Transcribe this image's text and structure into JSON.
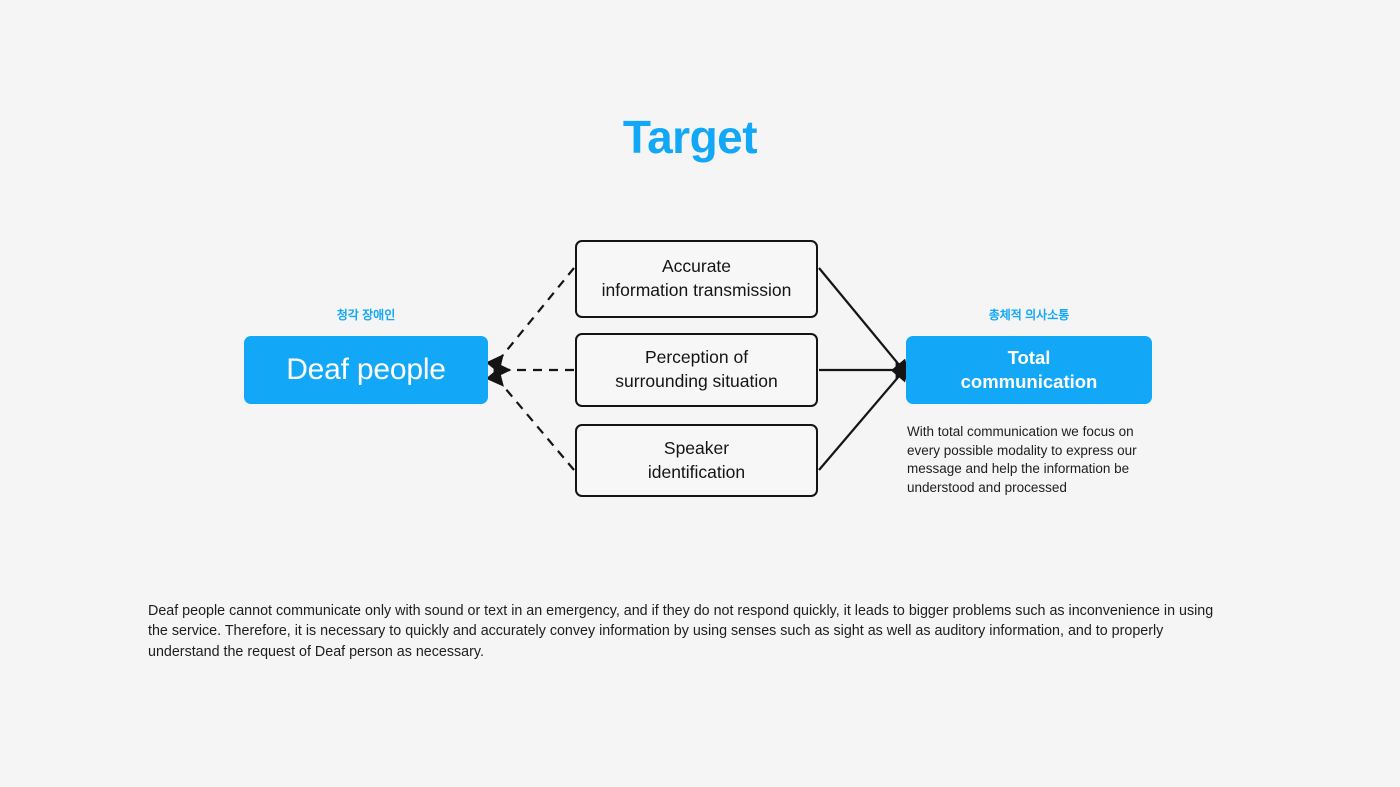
{
  "slide": {
    "background_color": "#f5f5f5",
    "accent_color": "#12a8f7",
    "outline_color": "#141414",
    "title": "Target"
  },
  "diagram": {
    "source_node": {
      "caption_kr": "청각 장애인",
      "label": "Deaf people"
    },
    "middle_nodes": [
      {
        "label": "Accurate\ninformation transmission",
        "line1": "Accurate",
        "line2": "information transmission"
      },
      {
        "label": "Perception of\nsurrounding situation",
        "line1": "Perception of",
        "line2": "surrounding situation"
      },
      {
        "label": "Speaker\nidentification",
        "line1": "Speaker",
        "line2": "identification"
      }
    ],
    "target_node": {
      "caption_kr": "총체적 의사소통",
      "line1": "Total",
      "line2": "communication",
      "note": "With total communication we focus on every possible modality to express our message and help the information be understood and processed"
    },
    "connectors": {
      "left_style": "dashed",
      "right_style": "solid",
      "left_arrow_direction": "left",
      "right_arrow_direction": "right"
    }
  },
  "footer": {
    "paragraph": "Deaf people cannot communicate only with sound or text in an emergency, and if they do not respond quickly, it leads to bigger problems such as inconvenience in using the service. Therefore, it is necessary to quickly and accurately convey information by using senses such as sight as well as auditory information, and to properly understand the request of Deaf person as necessary."
  }
}
